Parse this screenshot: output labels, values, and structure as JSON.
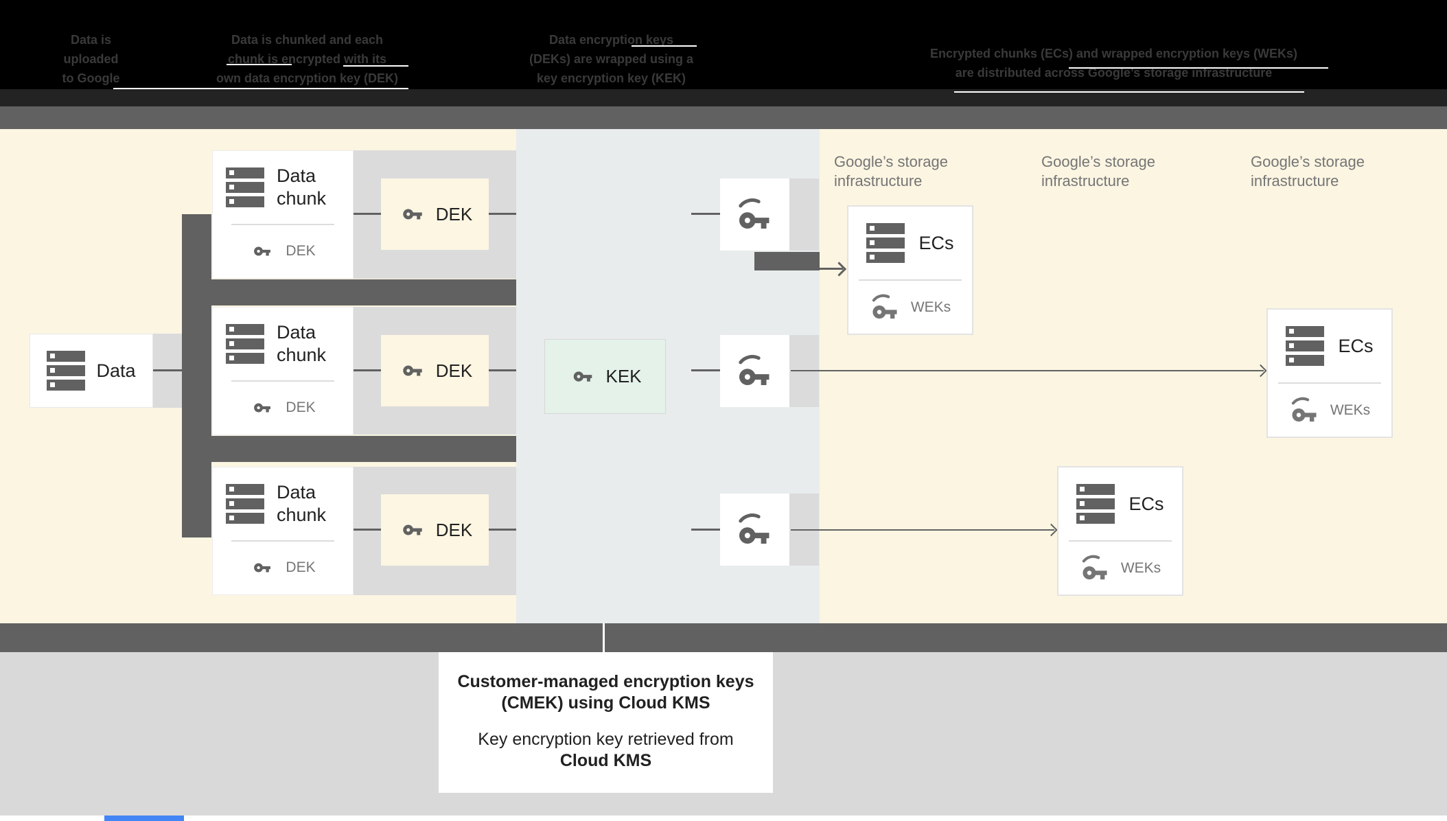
{
  "header": {
    "steps": [
      {
        "lines": [
          "Data is",
          "uploaded",
          "to Google"
        ]
      },
      {
        "lines": [
          "Data is chunked and each",
          "chunk is encrypted with its",
          "own data encryption key (DEK)"
        ]
      },
      {
        "lines": [
          "Data encryption keys",
          "(DEKs) are wrapped using a",
          "key encryption key (KEK)"
        ]
      },
      {
        "lines": [
          "Encrypted chunks (ECs) and wrapped encryption keys (WEKs)",
          "are distributed across Google’s storage infrastructure"
        ]
      }
    ]
  },
  "diagram": {
    "data_box": {
      "label": "Data"
    },
    "chunk_cards": [
      {
        "title": "Data chunk",
        "key_label": "DEK"
      },
      {
        "title": "Data chunk",
        "key_label": "DEK"
      },
      {
        "title": "Data chunk",
        "key_label": "DEK"
      }
    ],
    "dek_chips": [
      {
        "label": "DEK"
      },
      {
        "label": "DEK"
      },
      {
        "label": "DEK"
      }
    ],
    "kek_card": {
      "label": "KEK"
    },
    "storage_labels": [
      {
        "line1": "Google’s storage",
        "line2": "infrastructure"
      },
      {
        "line1": "Google’s storage",
        "line2": "infrastructure"
      },
      {
        "line1": "Google’s storage",
        "line2": "infrastructure"
      }
    ],
    "ecs_cards": [
      {
        "title": "ECs",
        "key_label": "WEKs"
      },
      {
        "title": "ECs",
        "key_label": "WEKs"
      },
      {
        "title": "ECs",
        "key_label": "WEKs"
      }
    ]
  },
  "caption": {
    "bold_line1": "Customer-managed encryption keys",
    "bold_line2": "(CMEK) using Cloud KMS",
    "line3": "Key encryption key retrieved from",
    "bold_line4": "Cloud KMS"
  },
  "colors": {
    "cream": "#FBF5E2",
    "panel_blue_gray": "#E8ECED",
    "dark_gray": "#616161",
    "row_gray": "#DBDBDB",
    "kek_mint": "#E4F2E9",
    "dek_cream": "#FCF6E2",
    "label_gray": "#757575",
    "text_dark": "#212121",
    "page_gray": "#D9D9D9",
    "progress_blue": "#4285F4"
  }
}
